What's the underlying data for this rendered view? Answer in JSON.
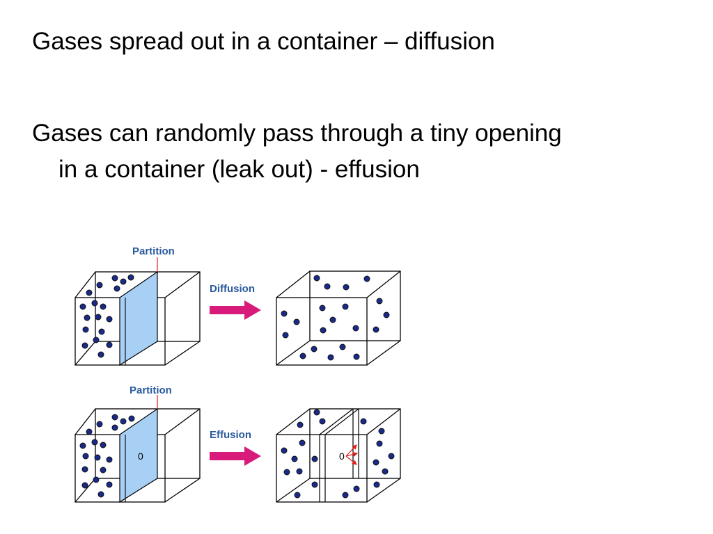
{
  "slide": {
    "bullets": [
      {
        "line1": "Gases spread out in a container – diffusion"
      },
      {
        "line1": "Gases can randomly pass through a tiny opening",
        "line2": "in a container (leak out) - effusion"
      }
    ]
  },
  "figure": {
    "top_partition_label": "Partition",
    "bottom_partition_label": "Partition",
    "top_arrow_label": "Diffusion",
    "bottom_arrow_label": "Effusion",
    "hole_label_left": "0",
    "hole_label_right": "0",
    "colors": {
      "partition_fill": "#a8d0f5",
      "molecule": "#1a2a8a",
      "arrow": "#d81b7a",
      "label": "#2a5a9e",
      "escape_arrows": "#e02020"
    }
  }
}
